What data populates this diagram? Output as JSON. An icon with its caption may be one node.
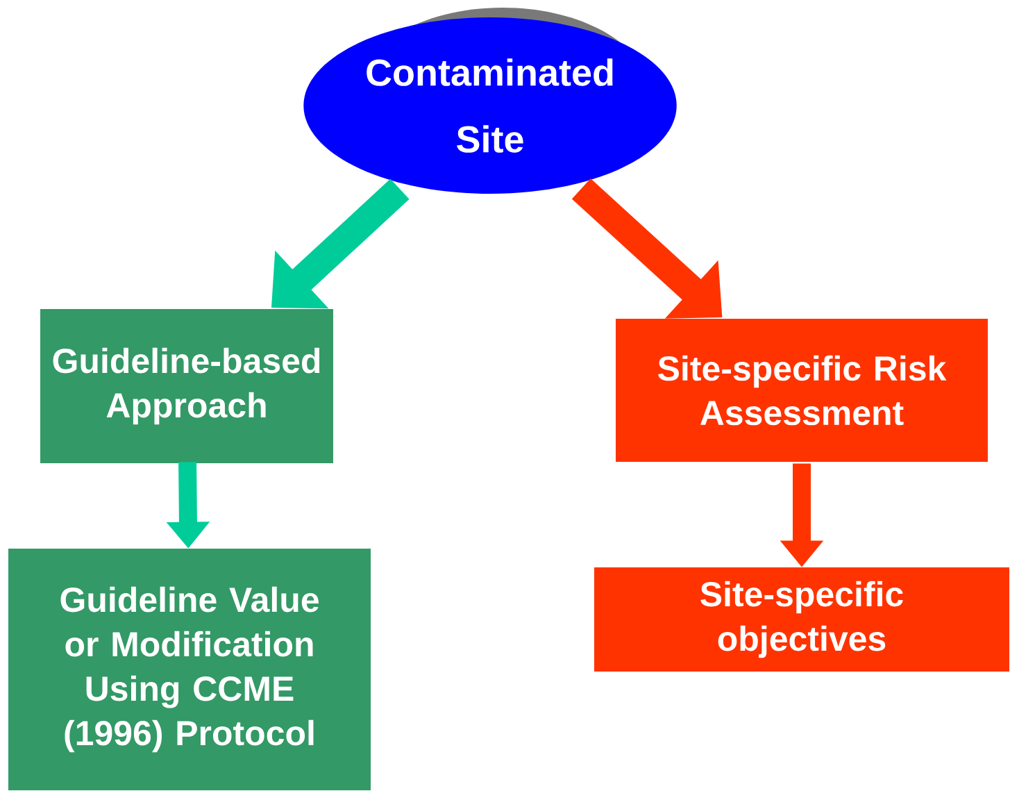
{
  "diagram": {
    "nodes": [
      {
        "text": [
          "Contaminated Site"
        ]
      },
      {
        "text": [
          "Guideline-based Approach"
        ]
      },
      {
        "text": [
          "Guideline Value or Modification Using CCME (1996) Protocol"
        ]
      },
      {
        "text": [
          "Site-specific Risk Assessment"
        ]
      },
      {
        "text": [
          "Site-specific objectives"
        ]
      }
    ],
    "edges": [
      {
        "from": 0,
        "to": 1,
        "arrow": "to",
        "color": "#00cc99"
      },
      {
        "from": 0,
        "to": 3,
        "arrow": "to",
        "color": "#ff3300"
      },
      {
        "from": 1,
        "to": 2,
        "arrow": "to",
        "color": "#00cc99"
      },
      {
        "from": 3,
        "to": 4,
        "arrow": "to",
        "color": "#ff3300"
      }
    ]
  }
}
